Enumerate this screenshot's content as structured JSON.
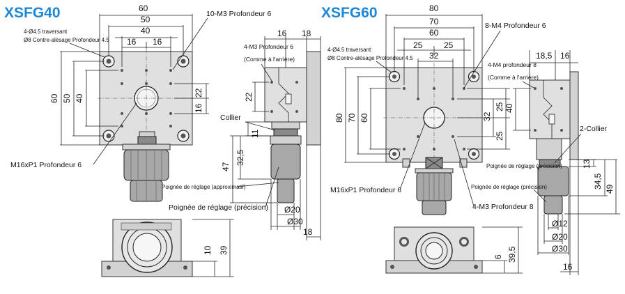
{
  "left": {
    "title": "XSFG40",
    "dims": {
      "w60": "60",
      "w50": "50",
      "w40": "40",
      "w16a": "16",
      "w16b": "16",
      "h60": "60",
      "h50": "50",
      "h40": "40",
      "h22": "22",
      "h16": "16",
      "s16": "16",
      "s18": "18",
      "s22": "22",
      "s11": "11",
      "s47": "47",
      "s32_5": "32,5",
      "d20": "Ø20",
      "d30": "Ø30",
      "s18b": "18",
      "f10": "10",
      "f39": "39"
    },
    "labels": {
      "holes": "10-M3 Profondeur 6",
      "through_1": "4-Ø4.5 traversant",
      "through_2": "Ø8 Contre-alésage Profondeur 4.5",
      "back_1": "4-M3 Profondeur 6",
      "back_2": "(Comme à l'arrière)",
      "collar": "Collier",
      "thread": "M16xP1 Profondeur 6",
      "knob_approx": "Poignée de réglage (approximatif)",
      "knob_precise": "Poignée de réglage (précision)"
    }
  },
  "right": {
    "title": "XSFG60",
    "dims": {
      "w80": "80",
      "w70": "70",
      "w60": "60",
      "w25a": "25",
      "w25b": "25",
      "w32": "32",
      "h80": "80",
      "h70": "70",
      "h60": "60",
      "v32": "32",
      "v25a": "25",
      "v40": "40",
      "v25b": "25",
      "s18_5": "18,5",
      "s16": "16",
      "s13": "13",
      "s34_5": "34,5",
      "s49": "49",
      "d12": "Ø12",
      "d20": "Ø20",
      "d30": "Ø30",
      "s16b": "16",
      "f6": "6",
      "f39_5": "39,5"
    },
    "labels": {
      "holes": "8-M4 Profondeur 6",
      "through_1": "4-Ø4.5 traversant",
      "through_2": "Ø8 Contre-alésage Profondeur 4.5",
      "back_1": "4-M4 profondeur 8",
      "back_2": "(Comme à l'arrière)",
      "collar": "2-Collier",
      "knob_precise": "Poignée de réglage (précision)",
      "knob_approx": "Poignée de réglage (précision)",
      "thread": "M16xP1 Profondeur 6",
      "m3": "4-M3 Profondeur 8"
    }
  }
}
